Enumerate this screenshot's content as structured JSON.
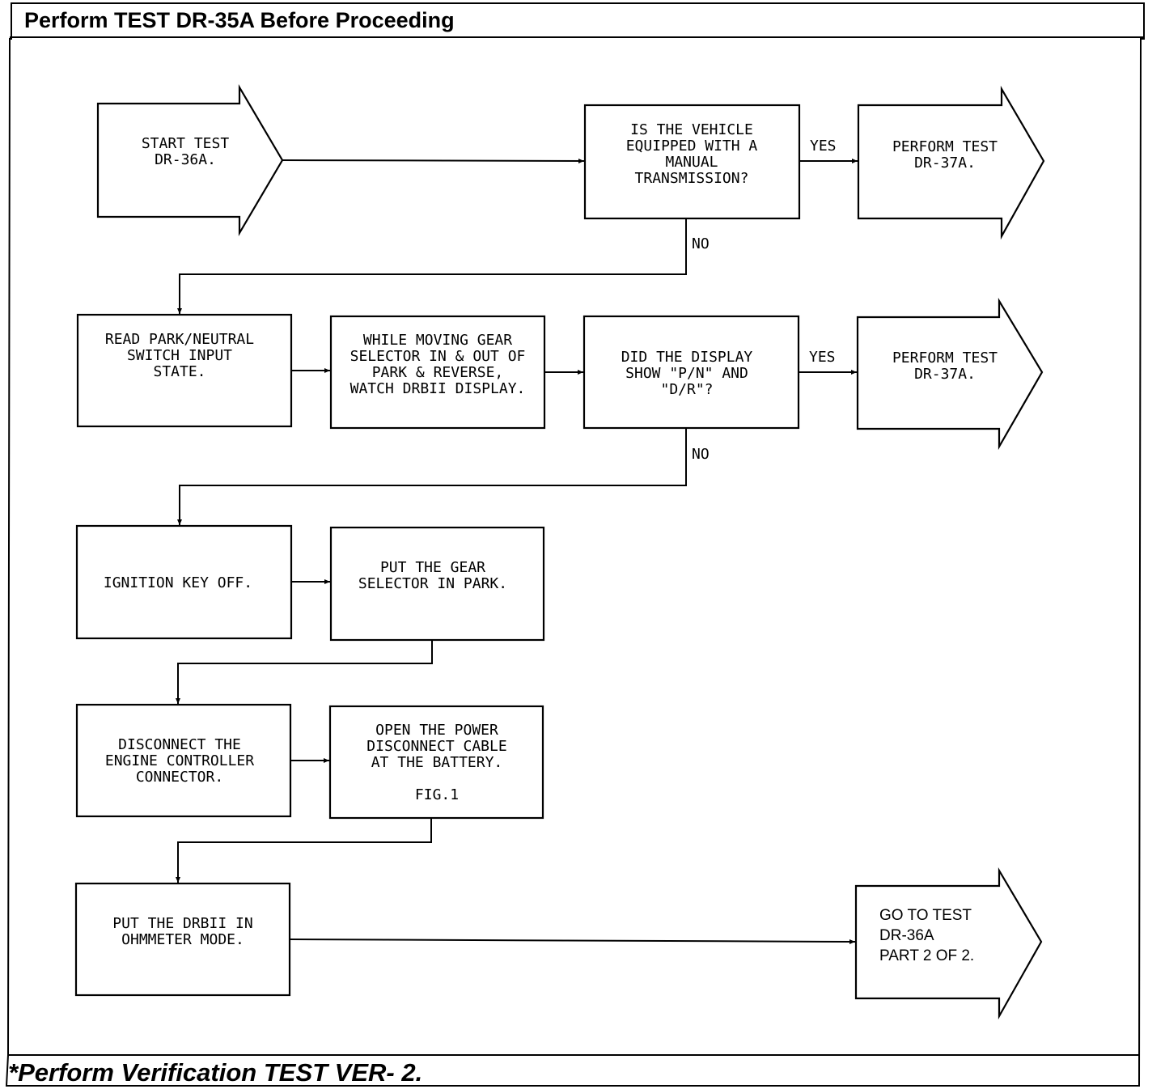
{
  "header": {
    "title": "Perform TEST DR-35A Before Proceeding"
  },
  "footer": {
    "note": "*Perform Verification TEST VER- 2."
  },
  "flowchart": {
    "start": [
      "START TEST",
      "DR-36A."
    ],
    "q_manual": [
      "IS THE VEHICLE",
      "EQUIPPED WITH A",
      "MANUAL",
      "TRANSMISSION?"
    ],
    "yes1_label": "YES",
    "perform37_1": [
      "PERFORM TEST",
      "DR-37A."
    ],
    "no1_label": "NO",
    "read_park": [
      "READ PARK/NEUTRAL",
      "SWITCH INPUT",
      "STATE."
    ],
    "while_moving": [
      "WHILE MOVING GEAR",
      "SELECTOR IN & OUT OF",
      "PARK & REVERSE,",
      "WATCH DRBII DISPLAY."
    ],
    "q_display": [
      "DID THE DISPLAY",
      "SHOW \"P/N\" AND",
      "\"D/R\"?"
    ],
    "yes2_label": "YES",
    "perform37_2": [
      "PERFORM TEST",
      "DR-37A."
    ],
    "no2_label": "NO",
    "ignition": [
      "IGNITION KEY OFF."
    ],
    "put_gear": [
      "PUT THE GEAR",
      "SELECTOR IN PARK."
    ],
    "disconnect": [
      "DISCONNECT THE",
      "ENGINE CONTROLLER",
      "CONNECTOR."
    ],
    "open_power": [
      "OPEN THE POWER",
      "DISCONNECT CABLE",
      "AT THE BATTERY.",
      "",
      "FIG.1"
    ],
    "put_drbii": [
      "PUT THE DRBII IN",
      "OHMMETER MODE."
    ],
    "goto": [
      "GO TO TEST",
      "DR-36A",
      "PART 2 OF 2."
    ]
  },
  "colors": {
    "ink": "#000000",
    "paper": "#ffffff"
  }
}
